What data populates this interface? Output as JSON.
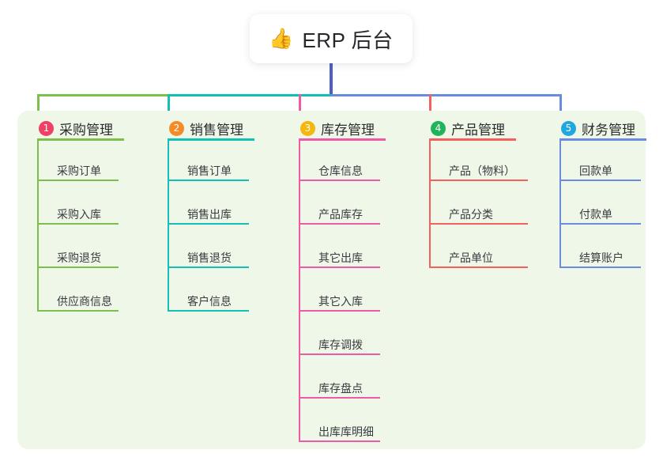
{
  "root": {
    "icon": "thumbs-up-emoji",
    "emoji": "👍",
    "title": "ERP 后台"
  },
  "palette": {
    "panel_bg": "#eef7e8",
    "page_bg": "#ffffff",
    "trunk_line": "#4d5fc4",
    "col1": "#7cbf4d",
    "col2": "#14bfb4",
    "col3": "#ef5aa7",
    "col4": "#f4615c",
    "col5": "#6a8be0",
    "badge1": "#ef4066",
    "badge2": "#f58b27",
    "badge3": "#f5b60d",
    "badge4": "#1fb35a",
    "badge5": "#21a7e0",
    "leaf_text": "#3a3b40",
    "title_text": "#26272b"
  },
  "columns": [
    {
      "index": "1",
      "title": "采购管理",
      "badge_color": "#ef4066",
      "line_color": "#7cbf4d",
      "items": [
        "采购订单",
        "采购入库",
        "采购退货",
        "供应商信息"
      ]
    },
    {
      "index": "2",
      "title": "销售管理",
      "badge_color": "#f58b27",
      "line_color": "#14bfb4",
      "items": [
        "销售订单",
        "销售出库",
        "销售退货",
        "客户信息"
      ]
    },
    {
      "index": "3",
      "title": "库存管理",
      "badge_color": "#f5b60d",
      "line_color": "#ef5aa7",
      "items": [
        "仓库信息",
        "产品库存",
        "其它出库",
        "其它入库",
        "库存调拨",
        "库存盘点",
        "出库库明细"
      ]
    },
    {
      "index": "4",
      "title": "产品管理",
      "badge_color": "#1fb35a",
      "line_color": "#f4615c",
      "items": [
        "产品（物料）",
        "产品分类",
        "产品单位"
      ]
    },
    {
      "index": "5",
      "title": "财务管理",
      "badge_color": "#21a7e0",
      "line_color": "#6a8be0",
      "items": [
        "回款单",
        "付款单",
        "结算账户"
      ]
    }
  ]
}
